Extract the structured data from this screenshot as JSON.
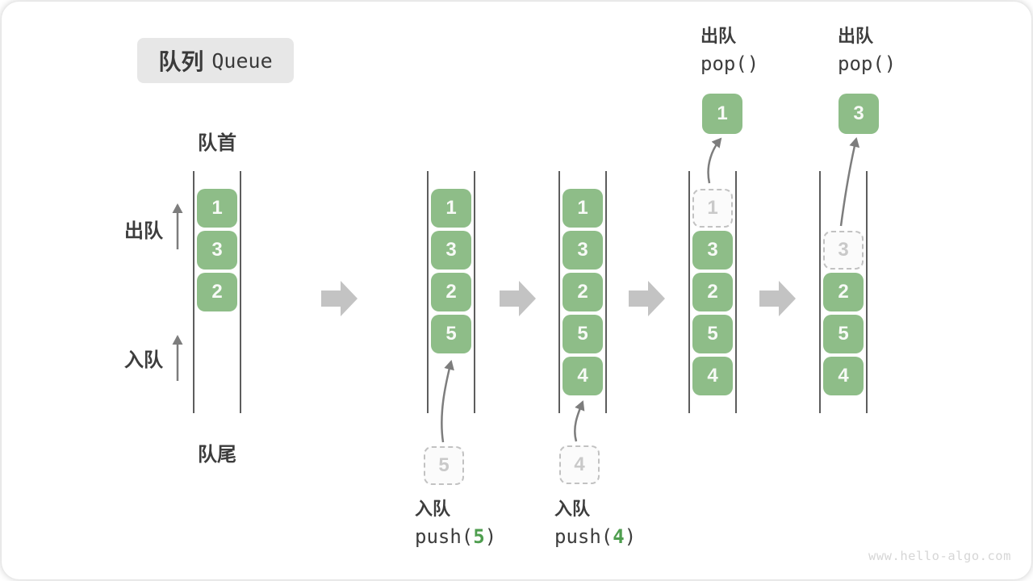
{
  "title": {
    "zh": "队列",
    "en": "Queue"
  },
  "front_label": "队首",
  "rear_label": "队尾",
  "dequeue_label": "出队",
  "enqueue_label": "入队",
  "watermark": "www.hello-algo.com",
  "queues": {
    "q1": {
      "items": [
        "1",
        "3",
        "2"
      ]
    },
    "q2": {
      "items": [
        "1",
        "3",
        "2",
        "5"
      ],
      "incoming": "5",
      "op": {
        "action": "入队",
        "fn_open": "push(",
        "arg": "5",
        "fn_close": ")"
      }
    },
    "q3": {
      "items": [
        "1",
        "3",
        "2",
        "5",
        "4"
      ],
      "incoming": "4",
      "op": {
        "action": "入队",
        "fn_open": "push(",
        "arg": "4",
        "fn_close": ")"
      }
    },
    "q4": {
      "removed": "1",
      "items": [
        "3",
        "2",
        "5",
        "4"
      ],
      "popped": "1",
      "op": {
        "action": "出队",
        "fn": "pop()"
      }
    },
    "q5": {
      "removed": "3",
      "items": [
        "2",
        "5",
        "4"
      ],
      "popped": "3",
      "op": {
        "action": "出队",
        "fn": "pop()"
      }
    }
  },
  "colors": {
    "cell_green": "#8ebd88",
    "code_green": "#4f9e4f",
    "ghost_gray": "#c9c9c9",
    "block_arrow_gray": "#c3c3c3",
    "line_gray": "#5d5d5d"
  }
}
